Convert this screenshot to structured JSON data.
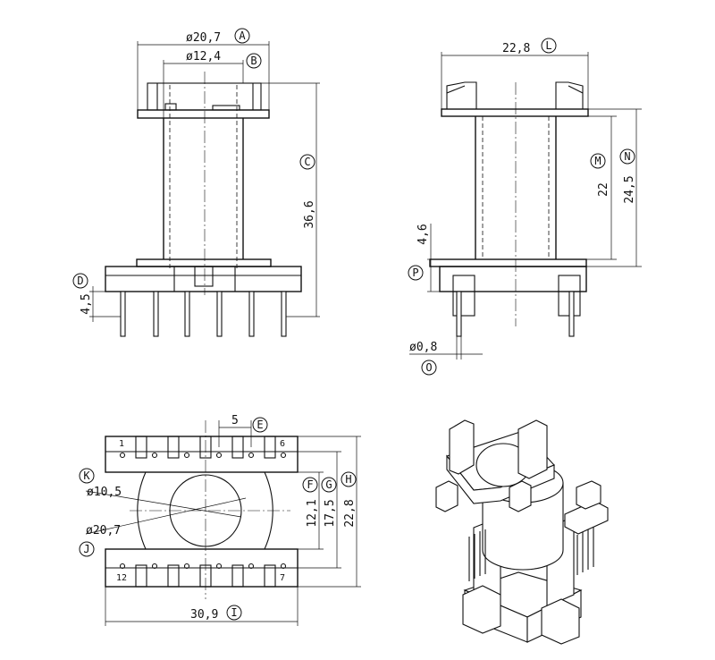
{
  "front_view": {
    "dim_a": {
      "letter": "A",
      "value": "ø20,7"
    },
    "dim_b": {
      "letter": "B",
      "value": "ø12,4"
    },
    "dim_c": {
      "letter": "C",
      "value": "36,6"
    },
    "dim_d": {
      "letter": "D",
      "value": "4,5"
    }
  },
  "side_view": {
    "dim_l": {
      "letter": "L",
      "value": "22,8"
    },
    "dim_m": {
      "letter": "M",
      "value": "22"
    },
    "dim_n": {
      "letter": "N",
      "value": "24,5"
    },
    "dim_p": {
      "letter": "P",
      "value": "4,6"
    },
    "dim_o": {
      "letter": "O",
      "value": "ø0,8"
    }
  },
  "bottom_view": {
    "dim_e": {
      "letter": "E",
      "value": "5"
    },
    "dim_f": {
      "letter": "F",
      "value": "12,1"
    },
    "dim_g": {
      "letter": "G",
      "value": "17,5"
    },
    "dim_h": {
      "letter": "H",
      "value": "22,8"
    },
    "dim_i": {
      "letter": "I",
      "value": "30,9"
    },
    "dim_j": {
      "letter": "J",
      "value": "ø20,7"
    },
    "dim_k": {
      "letter": "K",
      "value": "ø10,5"
    },
    "pin_top_left": "1",
    "pin_top_right": "6",
    "pin_bottom_left": "12",
    "pin_bottom_right": "7"
  }
}
